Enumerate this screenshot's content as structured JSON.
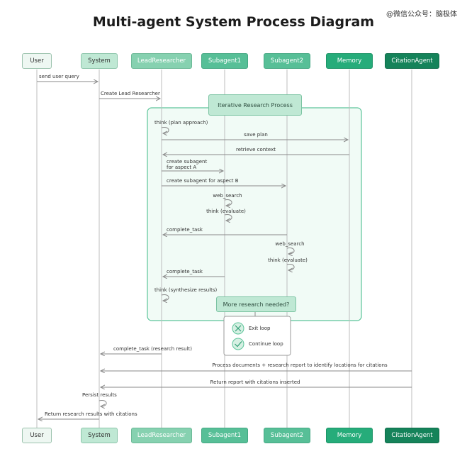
{
  "title": "Multi-agent System Process Diagram",
  "watermark": "@微信公众号：脑极体",
  "colors": {
    "line": "#8a8a8a",
    "frame": "#5cc49a",
    "frame_fill": "#f1fbf6",
    "accent": "#2f9e74"
  },
  "actors": [
    "User",
    "System",
    "LeadResearcher",
    "Subagent1",
    "Subagent2",
    "Memory",
    "CitationAgent"
  ],
  "loop_title": "Iterative Research Process",
  "decision": "More research needed?",
  "options": {
    "exit": "Exit loop",
    "continue": "Continue loop"
  },
  "messages": {
    "m1": "send user query",
    "m2": "Create Lead Researcher",
    "m3": "think (plan approach)",
    "m4": "save plan",
    "m5": "retrieve context",
    "m6a": "create subagent",
    "m6b": "for aspect A",
    "m7": "create subagent for aspect B",
    "m8": "web_search",
    "m9": "think (evaluate)",
    "m10": "complete_task",
    "m11": "web_search",
    "m12": "think (evaluate)",
    "m13": "complete_task",
    "m14": "think (synthesize results)",
    "m15": "complete_task (research result)",
    "m16": "Process documents + research report to identify locations for citations",
    "m17": "Return report with citations inserted",
    "m18": "Persist results",
    "m19": "Return research results with citations"
  }
}
